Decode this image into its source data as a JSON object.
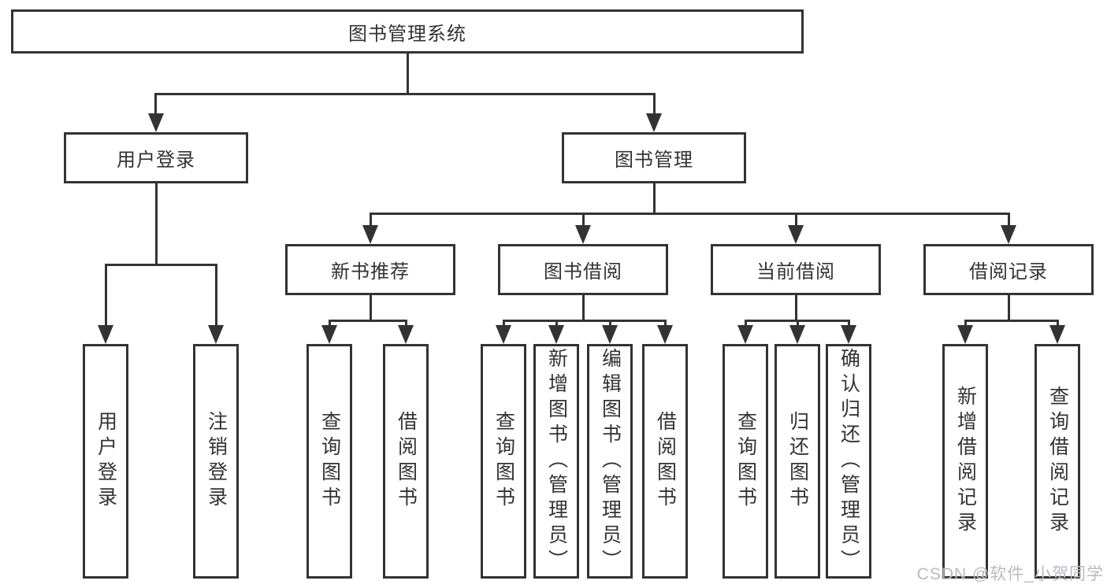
{
  "diagram_title": "图书管理系统",
  "tree": {
    "root": "图书管理系统",
    "children": [
      {
        "label": "用户登录",
        "children": [
          "用户登录",
          "注销登录"
        ]
      },
      {
        "label": "图书管理",
        "children": [
          {
            "label": "新书推荐",
            "children": [
              "查询图书",
              "借阅图书"
            ]
          },
          {
            "label": "图书借阅",
            "children": [
              "查询图书",
              "新增图书（管理员）",
              "编辑图书（管理员）",
              "借阅图书"
            ]
          },
          {
            "label": "当前借阅",
            "children": [
              "查询图书",
              "归还图书",
              "确认归还（管理员）"
            ]
          },
          {
            "label": "借阅记录",
            "children": [
              "新增借阅记录",
              "查询借阅记录"
            ]
          }
        ]
      }
    ]
  },
  "watermark": "CSDN @软件_小贺同学",
  "colors": {
    "line": "#333333",
    "text": "#333333",
    "box_background": "#ffffff",
    "watermark": "#b7bbc2",
    "background": "#ffffff"
  }
}
